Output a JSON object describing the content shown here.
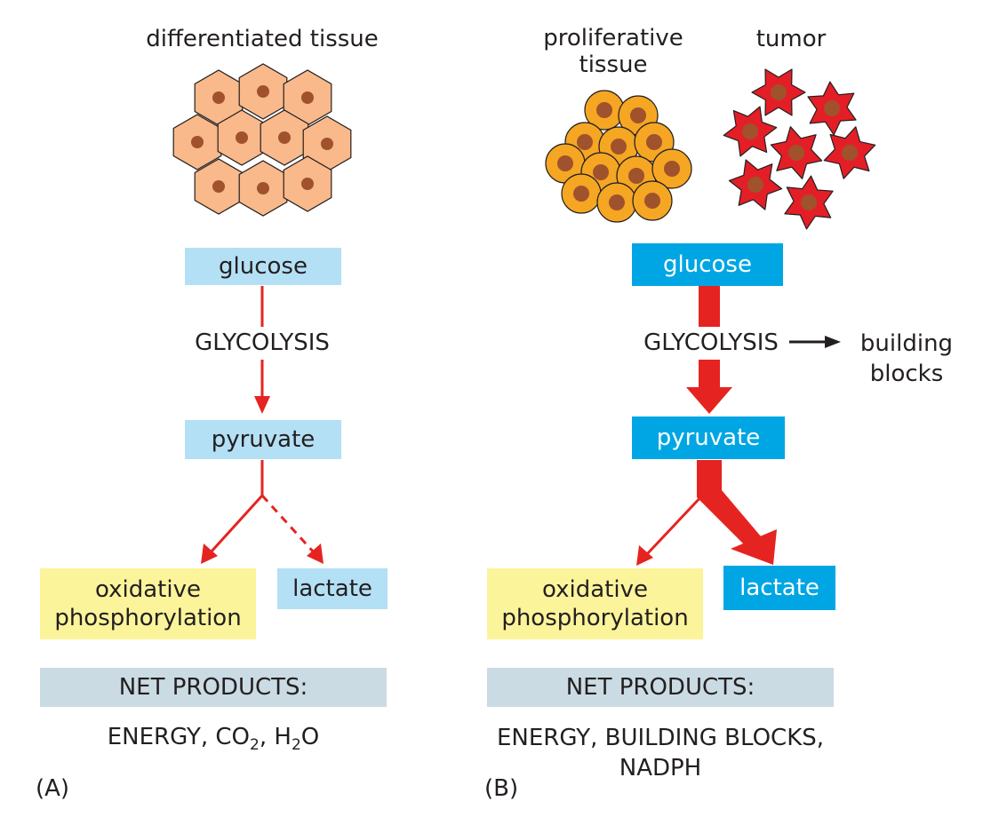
{
  "panel_a": {
    "tissue_label": "differentiated tissue",
    "glucose": "glucose",
    "glycolysis": "GLYCOLYSIS",
    "pyruvate": "pyruvate",
    "oxphos_line1": "oxidative",
    "oxphos_line2": "phosphorylation",
    "lactate": "lactate",
    "net_products": "NET PRODUCTS:",
    "products_prefix": "ENERGY, CO",
    "products_sub1": "2",
    "products_mid": ", H",
    "products_sub2": "2",
    "products_suffix": "O",
    "panel_label": "(A)"
  },
  "panel_b": {
    "prolif_line1": "proliferative",
    "prolif_line2": "tissue",
    "tumor_label": "tumor",
    "glucose": "glucose",
    "glycolysis": "GLYCOLYSIS",
    "building_line1": "building",
    "building_line2": "blocks",
    "pyruvate": "pyruvate",
    "oxphos_line1": "oxidative",
    "oxphos_line2": "phosphorylation",
    "lactate": "lactate",
    "net_products": "NET PRODUCTS:",
    "products_line1": "ENERGY, BUILDING BLOCKS,",
    "products_line2": "NADPH",
    "panel_label": "(B)"
  },
  "colors": {
    "arrow_red": "#e52421",
    "light_blue_box": "#b4e0f5",
    "cyan_box": "#00a6e3",
    "yellow_box": "#fbf49b",
    "grey_box": "#cbdbe3",
    "differentiated_cell": "#f9b98a",
    "proliferative_cell": "#f5a623",
    "tumor_cell": "#e41e26",
    "nucleus": "#a0522d"
  }
}
